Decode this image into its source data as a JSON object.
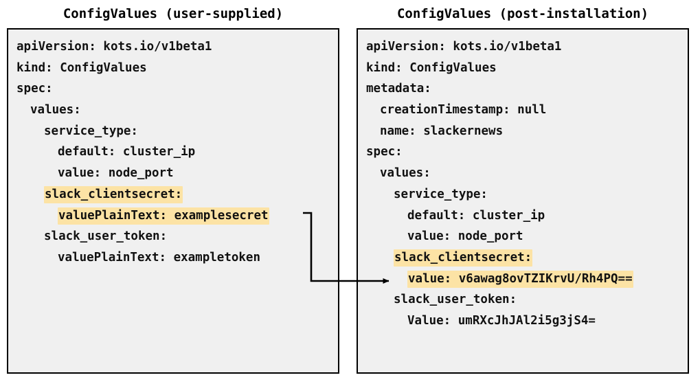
{
  "diagram": {
    "title_left": "ConfigValues (user-supplied)",
    "title_right": "ConfigValues (post-installation)",
    "highlight_color": "#fce3a5",
    "panel_background": "#f0f0f0",
    "border_color": "#000000",
    "connector_color": "#000000"
  },
  "left_panel": {
    "lines": [
      {
        "indent": 0,
        "text": "apiVersion: kots.io/v1beta1",
        "highlight": false
      },
      {
        "indent": 0,
        "text": "kind: ConfigValues",
        "highlight": false
      },
      {
        "indent": 0,
        "text": "spec:",
        "highlight": false
      },
      {
        "indent": 1,
        "text": "values:",
        "highlight": false
      },
      {
        "indent": 2,
        "text": "service_type:",
        "highlight": false
      },
      {
        "indent": 3,
        "text": "default: cluster_ip",
        "highlight": false
      },
      {
        "indent": 3,
        "text": "value: node_port",
        "highlight": false
      },
      {
        "indent": 2,
        "text": "slack_clientsecret:",
        "highlight": true
      },
      {
        "indent": 3,
        "text": "valuePlainText: examplesecret",
        "highlight": true
      },
      {
        "indent": 2,
        "text": "slack_user_token:",
        "highlight": false
      },
      {
        "indent": 3,
        "text": "valuePlainText: exampletoken",
        "highlight": false
      }
    ]
  },
  "right_panel": {
    "lines": [
      {
        "indent": 0,
        "text": "apiVersion: kots.io/v1beta1",
        "highlight": false
      },
      {
        "indent": 0,
        "text": "kind: ConfigValues",
        "highlight": false
      },
      {
        "indent": 0,
        "text": "metadata:",
        "highlight": false
      },
      {
        "indent": 1,
        "text": "creationTimestamp: null",
        "highlight": false
      },
      {
        "indent": 1,
        "text": "name: slackernews",
        "highlight": false
      },
      {
        "indent": 0,
        "text": "spec:",
        "highlight": false
      },
      {
        "indent": 1,
        "text": "values:",
        "highlight": false
      },
      {
        "indent": 2,
        "text": "service_type:",
        "highlight": false
      },
      {
        "indent": 3,
        "text": "default: cluster_ip",
        "highlight": false
      },
      {
        "indent": 3,
        "text": "value: node_port",
        "highlight": false
      },
      {
        "indent": 2,
        "text": "slack_clientsecret:",
        "highlight": true
      },
      {
        "indent": 3,
        "text": "value: v6awag8ovTZIKrvU/Rh4PQ==",
        "highlight": true
      },
      {
        "indent": 2,
        "text": "slack_user_token:",
        "highlight": false
      },
      {
        "indent": 3,
        "text": "Value: umRXcJhJAl2i5g3jS4=",
        "highlight": false
      }
    ]
  }
}
